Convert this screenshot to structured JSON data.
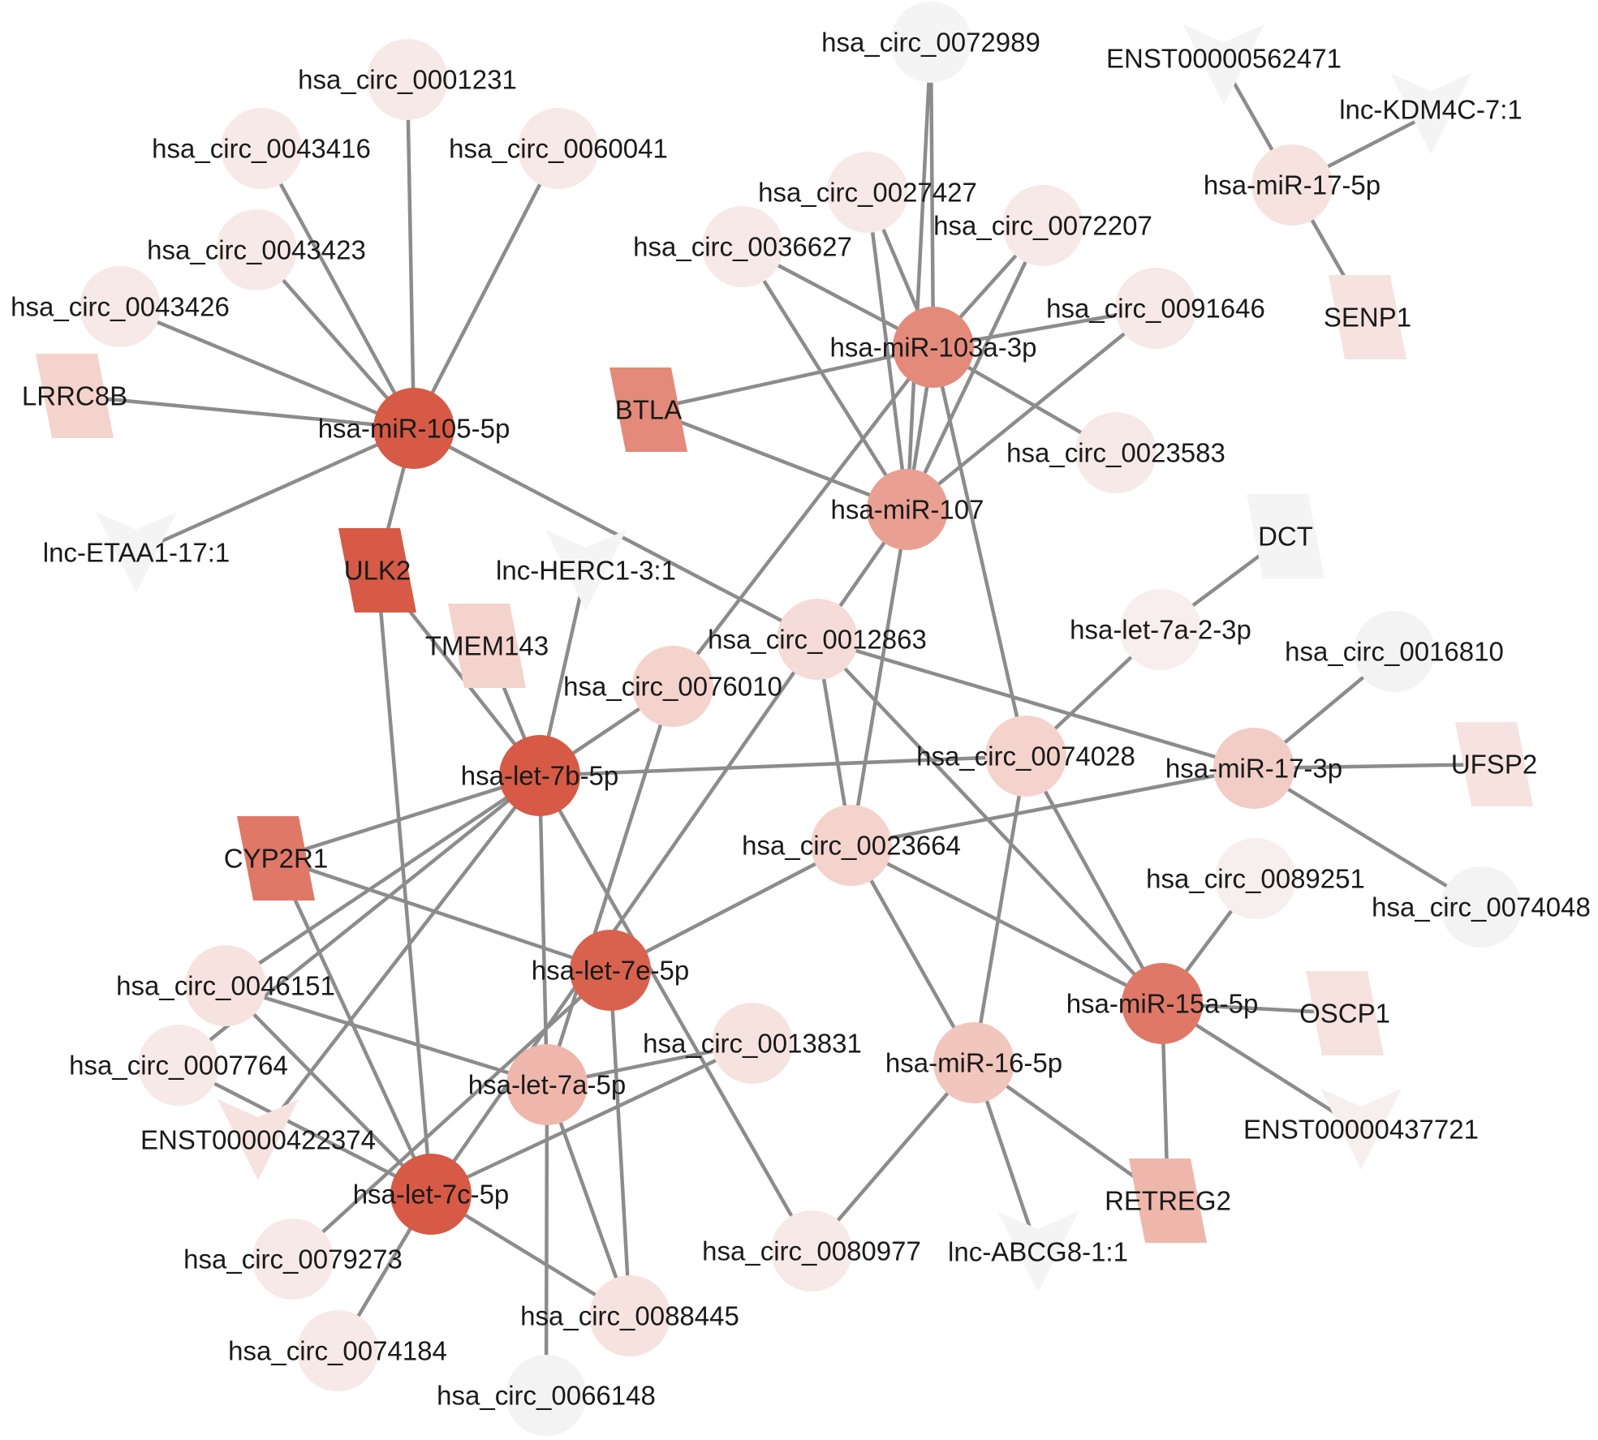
{
  "colors": {
    "hub_strong": "#d65a45",
    "hub_medium": "#e08474",
    "hub_light": "#efb7ac",
    "node_pale": "#f5d3cd",
    "node_faint": "#f6e9e7",
    "node_grey": "#f3f3f3",
    "edge": "#8c8c8c"
  },
  "nodes": [
    {
      "id": "mir105",
      "label": "hsa-miR-105-5p",
      "shape": "circle",
      "r": 52,
      "color": "#d65a45"
    },
    {
      "id": "mir103",
      "label": "hsa-miR-103a-3p",
      "shape": "circle",
      "r": 52,
      "color": "#e38a7a"
    },
    {
      "id": "mir107",
      "label": "hsa-miR-107",
      "shape": "circle",
      "r": 52,
      "color": "#e9a093"
    },
    {
      "id": "let7b",
      "label": "hsa-let-7b-5p",
      "shape": "circle",
      "r": 52,
      "color": "#d65a45"
    },
    {
      "id": "let7e",
      "label": "hsa-let-7e-5p",
      "shape": "circle",
      "r": 52,
      "color": "#d9624e"
    },
    {
      "id": "let7a",
      "label": "hsa-let-7a-5p",
      "shape": "circle",
      "r": 50,
      "color": "#efb7ac"
    },
    {
      "id": "let7c",
      "label": "hsa-let-7c-5p",
      "shape": "circle",
      "r": 52,
      "color": "#d65a45"
    },
    {
      "id": "mir15",
      "label": "hsa-miR-15a-5p",
      "shape": "circle",
      "r": 52,
      "color": "#e07868"
    },
    {
      "id": "mir16",
      "label": "hsa-miR-16-5p",
      "shape": "circle",
      "r": 50,
      "color": "#f1c6bd"
    },
    {
      "id": "mir17_3p",
      "label": "hsa-miR-17-3p",
      "shape": "circle",
      "r": 50,
      "color": "#f2cdc6"
    },
    {
      "id": "mir17_5p",
      "label": "hsa-miR-17-5p",
      "shape": "circle",
      "r": 50,
      "color": "#f6e3e0"
    },
    {
      "id": "let7a2",
      "label": "hsa-let-7a-2-3p",
      "shape": "circle",
      "r": 50,
      "color": "#f7eeed"
    },
    {
      "id": "c0001231",
      "label": "hsa_circ_0001231",
      "shape": "circle",
      "r": 48,
      "color": "#f6e9e7"
    },
    {
      "id": "c0043416",
      "label": "hsa_circ_0043416",
      "shape": "circle",
      "r": 48,
      "color": "#f6e9e7"
    },
    {
      "id": "c0060041",
      "label": "hsa_circ_0060041",
      "shape": "circle",
      "r": 48,
      "color": "#f6e9e7"
    },
    {
      "id": "c0043423",
      "label": "hsa_circ_0043423",
      "shape": "circle",
      "r": 48,
      "color": "#f6e9e7"
    },
    {
      "id": "c0043426",
      "label": "hsa_circ_0043426",
      "shape": "circle",
      "r": 48,
      "color": "#f6e9e7"
    },
    {
      "id": "c0072989",
      "label": "hsa_circ_0072989",
      "shape": "circle",
      "r": 48,
      "color": "#f4f4f4"
    },
    {
      "id": "c0027427",
      "label": "hsa_circ_0027427",
      "shape": "circle",
      "r": 48,
      "color": "#f6e9e7"
    },
    {
      "id": "c0036627",
      "label": "hsa_circ_0036627",
      "shape": "circle",
      "r": 48,
      "color": "#f6e9e7"
    },
    {
      "id": "c0072207",
      "label": "hsa_circ_0072207",
      "shape": "circle",
      "r": 48,
      "color": "#f6e9e7"
    },
    {
      "id": "c0091646",
      "label": "hsa_circ_0091646",
      "shape": "circle",
      "r": 48,
      "color": "#f6e9e7"
    },
    {
      "id": "c0023583",
      "label": "hsa_circ_0023583",
      "shape": "circle",
      "r": 48,
      "color": "#f6e9e7"
    },
    {
      "id": "c0012863",
      "label": "hsa_circ_0012863",
      "shape": "circle",
      "r": 50,
      "color": "#f5dcd8"
    },
    {
      "id": "c0076010",
      "label": "hsa_circ_0076010",
      "shape": "circle",
      "r": 50,
      "color": "#f5d3cd"
    },
    {
      "id": "c0074028",
      "label": "hsa_circ_0074028",
      "shape": "circle",
      "r": 50,
      "color": "#f5d3cd"
    },
    {
      "id": "c0023664",
      "label": "hsa_circ_0023664",
      "shape": "circle",
      "r": 50,
      "color": "#f5d3cd"
    },
    {
      "id": "c0016810",
      "label": "hsa_circ_0016810",
      "shape": "circle",
      "r": 48,
      "color": "#f3f3f3"
    },
    {
      "id": "c0089251",
      "label": "hsa_circ_0089251",
      "shape": "circle",
      "r": 48,
      "color": "#f6efee"
    },
    {
      "id": "c0074048",
      "label": "hsa_circ_0074048",
      "shape": "circle",
      "r": 48,
      "color": "#f3f3f3"
    },
    {
      "id": "c0046151",
      "label": "hsa_circ_0046151",
      "shape": "circle",
      "r": 48,
      "color": "#f6e3e0"
    },
    {
      "id": "c0007764",
      "label": "hsa_circ_0007764",
      "shape": "circle",
      "r": 48,
      "color": "#f6e9e7"
    },
    {
      "id": "c0013831",
      "label": "hsa_circ_0013831",
      "shape": "circle",
      "r": 48,
      "color": "#f6e3e0"
    },
    {
      "id": "c0079273",
      "label": "hsa_circ_0079273",
      "shape": "circle",
      "r": 48,
      "color": "#f6e9e7"
    },
    {
      "id": "c0074184",
      "label": "hsa_circ_0074184",
      "shape": "circle",
      "r": 48,
      "color": "#f6e9e7"
    },
    {
      "id": "c0088445",
      "label": "hsa_circ_0088445",
      "shape": "circle",
      "r": 48,
      "color": "#f6e3e0"
    },
    {
      "id": "c0066148",
      "label": "hsa_circ_0066148",
      "shape": "circle",
      "r": 48,
      "color": "#f3f3f3"
    },
    {
      "id": "c0080977",
      "label": "hsa_circ_0080977",
      "shape": "circle",
      "r": 48,
      "color": "#f6e9e7"
    },
    {
      "id": "lrrc8b",
      "label": "LRRC8B",
      "shape": "parallelogram",
      "color": "#f5d3cd"
    },
    {
      "id": "btla",
      "label": "BTLA",
      "shape": "parallelogram",
      "color": "#e38a7a"
    },
    {
      "id": "ulk2",
      "label": "ULK2",
      "shape": "parallelogram",
      "color": "#d65a45"
    },
    {
      "id": "tmem143",
      "label": "TMEM143",
      "shape": "parallelogram",
      "color": "#f5d3cd"
    },
    {
      "id": "cyp2r1",
      "label": "CYP2R1",
      "shape": "parallelogram",
      "color": "#e07868"
    },
    {
      "id": "senp1",
      "label": "SENP1",
      "shape": "parallelogram",
      "color": "#f6e3e0"
    },
    {
      "id": "dct",
      "label": "DCT",
      "shape": "parallelogram",
      "color": "#f4f4f4"
    },
    {
      "id": "ufsp2",
      "label": "UFSP2",
      "shape": "parallelogram",
      "color": "#f6e3e0"
    },
    {
      "id": "oscp1",
      "label": "OSCP1",
      "shape": "parallelogram",
      "color": "#f6e3e0"
    },
    {
      "id": "retreg2",
      "label": "RETREG2",
      "shape": "parallelogram",
      "color": "#efb7ac"
    },
    {
      "id": "enst562471",
      "label": "ENST00000562471",
      "shape": "v",
      "color": "#f4f4f4"
    },
    {
      "id": "lnckdm4c",
      "label": "lnc-KDM4C-7:1",
      "shape": "v",
      "color": "#f4f4f4"
    },
    {
      "id": "lncetaa1",
      "label": "lnc-ETAA1-17:1",
      "shape": "v",
      "color": "#f4f4f4"
    },
    {
      "id": "lncherc1",
      "label": "lnc-HERC1-3:1",
      "shape": "v",
      "color": "#f4f4f4"
    },
    {
      "id": "enst422374",
      "label": "ENST00000422374",
      "shape": "v",
      "color": "#f6e3e0"
    },
    {
      "id": "enst437721",
      "label": "ENST00000437721",
      "shape": "v",
      "color": "#f6efee"
    },
    {
      "id": "lncabcg8",
      "label": "lnc-ABCG8-1:1",
      "shape": "v",
      "color": "#f4f4f4"
    }
  ],
  "edges": [
    [
      "mir105",
      "c0001231"
    ],
    [
      "mir105",
      "c0043416"
    ],
    [
      "mir105",
      "c0060041"
    ],
    [
      "mir105",
      "c0043423"
    ],
    [
      "mir105",
      "c0043426"
    ],
    [
      "mir105",
      "lrrc8b"
    ],
    [
      "mir105",
      "lncetaa1"
    ],
    [
      "mir105",
      "ulk2"
    ],
    [
      "mir105",
      "c0012863"
    ],
    [
      "mir103",
      "c0072989"
    ],
    [
      "mir103",
      "c0027427"
    ],
    [
      "mir103",
      "c0036627"
    ],
    [
      "mir103",
      "c0072207"
    ],
    [
      "mir103",
      "c0091646"
    ],
    [
      "mir103",
      "c0023583"
    ],
    [
      "mir103",
      "btla"
    ],
    [
      "mir103",
      "c0074028"
    ],
    [
      "mir103",
      "c0076010"
    ],
    [
      "mir103",
      "mir107"
    ],
    [
      "mir107",
      "c0027427"
    ],
    [
      "mir107",
      "c0036627"
    ],
    [
      "mir107",
      "c0072207"
    ],
    [
      "mir107",
      "c0091646"
    ],
    [
      "mir107",
      "c0072989"
    ],
    [
      "mir107",
      "btla"
    ],
    [
      "mir107",
      "c0023664"
    ],
    [
      "mir107",
      "let7c"
    ],
    [
      "let7b",
      "c0076010"
    ],
    [
      "let7b",
      "lncherc1"
    ],
    [
      "let7b",
      "tmem143"
    ],
    [
      "let7b",
      "ulk2"
    ],
    [
      "let7b",
      "c0074028"
    ],
    [
      "let7b",
      "cyp2r1"
    ],
    [
      "let7b",
      "c0046151"
    ],
    [
      "let7b",
      "c0007764"
    ],
    [
      "let7b",
      "enst422374"
    ],
    [
      "let7b",
      "let7a"
    ],
    [
      "let7b",
      "c0080977"
    ],
    [
      "let7e",
      "cyp2r1"
    ],
    [
      "let7e",
      "c0023664"
    ],
    [
      "let7e",
      "c0088445"
    ],
    [
      "let7e",
      "c0079273"
    ],
    [
      "let7a",
      "c0046151"
    ],
    [
      "let7a",
      "c0013831"
    ],
    [
      "let7a",
      "c0066148"
    ],
    [
      "let7a",
      "c0088445"
    ],
    [
      "let7a",
      "c0076010"
    ],
    [
      "let7c",
      "ulk2"
    ],
    [
      "let7c",
      "c0046151"
    ],
    [
      "let7c",
      "cyp2r1"
    ],
    [
      "let7c",
      "c0013831"
    ],
    [
      "let7c",
      "c0074184"
    ],
    [
      "let7c",
      "c0088445"
    ],
    [
      "let7c",
      "c0007764"
    ],
    [
      "c0012863",
      "c0023664"
    ],
    [
      "c0012863",
      "mir17_3p"
    ],
    [
      "mir15",
      "c0089251"
    ],
    [
      "mir15",
      "oscp1"
    ],
    [
      "mir15",
      "enst437721"
    ],
    [
      "mir15",
      "retreg2"
    ],
    [
      "mir15",
      "c0023664"
    ],
    [
      "mir15",
      "c0074028"
    ],
    [
      "mir15",
      "c0012863"
    ],
    [
      "mir16",
      "c0023664"
    ],
    [
      "mir16",
      "c0080977"
    ],
    [
      "mir16",
      "lncabcg8"
    ],
    [
      "mir16",
      "retreg2"
    ],
    [
      "mir16",
      "c0074028"
    ],
    [
      "mir17_3p",
      "c0016810"
    ],
    [
      "mir17_3p",
      "ufsp2"
    ],
    [
      "mir17_3p",
      "c0074048"
    ],
    [
      "mir17_3p",
      "c0023664"
    ],
    [
      "mir17_5p",
      "enst562471"
    ],
    [
      "mir17_5p",
      "lnckdm4c"
    ],
    [
      "mir17_5p",
      "senp1"
    ],
    [
      "let7a2",
      "dct"
    ],
    [
      "let7a2",
      "c0074028"
    ]
  ]
}
